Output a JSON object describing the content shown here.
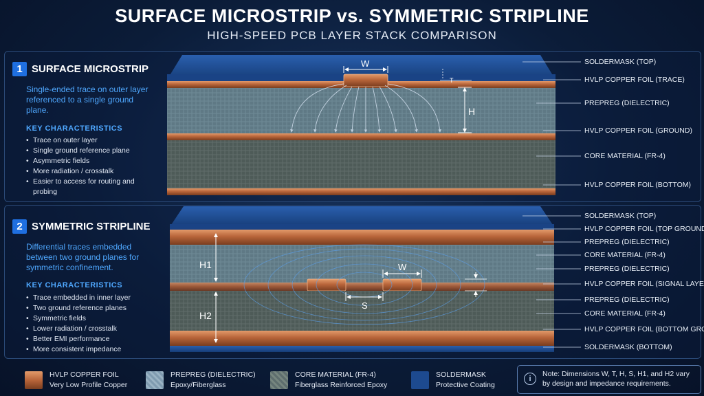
{
  "header": {
    "title": "SURFACE MICROSTRIP vs. SYMMETRIC STRIPLINE",
    "subtitle": "HIGH-SPEED PCB LAYER STACK COMPARISON"
  },
  "microstrip": {
    "number": "1",
    "title": "SURFACE MICROSTRIP",
    "description": "Single-ended trace on outer layer referenced to a single ground plane.",
    "key_heading": "KEY CHARACTERISTICS",
    "characteristics": [
      "Trace on outer layer",
      "Single ground reference plane",
      "Asymmetric fields",
      "More radiation / crosstalk",
      "Easier to access for routing and probing"
    ],
    "dims": {
      "w": "W",
      "t": "T",
      "h": "H"
    },
    "layers": [
      "SOLDERMASK (TOP)",
      "HVLP COPPER FOIL (TRACE)",
      "PREPREG (DIELECTRIC)",
      "HVLP COPPER FOIL (GROUND)",
      "CORE MATERIAL (FR-4)",
      "HVLP COPPER FOIL (BOTTOM)"
    ]
  },
  "stripline": {
    "number": "2",
    "title": "SYMMETRIC STRIPLINE",
    "description": "Differential traces embedded between two ground planes for symmetric confinement.",
    "key_heading": "KEY CHARACTERISTICS",
    "characteristics": [
      "Trace embedded in inner layer",
      "Two ground reference planes",
      "Symmetric fields",
      "Lower radiation / crosstalk",
      "Better EMI performance",
      "More consistent impedance"
    ],
    "dims": {
      "h1": "H1",
      "h2": "H2",
      "w": "W",
      "s": "S"
    },
    "layers": [
      "SOLDERMASK (TOP)",
      "HVLP COPPER FOIL (TOP GROUND)",
      "PREPREG (DIELECTRIC)",
      "CORE MATERIAL (FR-4)",
      "PREPREG (DIELECTRIC)",
      "HVLP COPPER FOIL (SIGNAL LAYER)",
      "PREPREG (DIELECTRIC)",
      "CORE MATERIAL (FR-4)",
      "HVLP COPPER FOIL (BOTTOM GROUND)",
      "SOLDERMASK (BOTTOM)"
    ]
  },
  "legend": [
    {
      "name": "HVLP COPPER FOIL",
      "sub": "Very Low Profile Copper",
      "color": "#b8653a"
    },
    {
      "name": "PREPREG (DIELECTRIC)",
      "sub": "Epoxy/Fiberglass",
      "color": "#7f9bb0"
    },
    {
      "name": "CORE MATERIAL (FR-4)",
      "sub": "Fiberglass Reinforced Epoxy",
      "color": "#5e6e6e"
    },
    {
      "name": "SOLDERMASK",
      "sub": "Protective Coating",
      "color": "#1d4a8f"
    }
  ],
  "note": {
    "icon": "info-icon",
    "text": "Note: Dimensions W, T, H, S, H1, and H2 vary by design and impedance requirements."
  },
  "colors": {
    "accent_blue": "#4fa8ff",
    "copper": "#b8653a",
    "soldermask": "#1d4a8f",
    "prepreg": "#6f8a96",
    "core": "#55625f"
  }
}
